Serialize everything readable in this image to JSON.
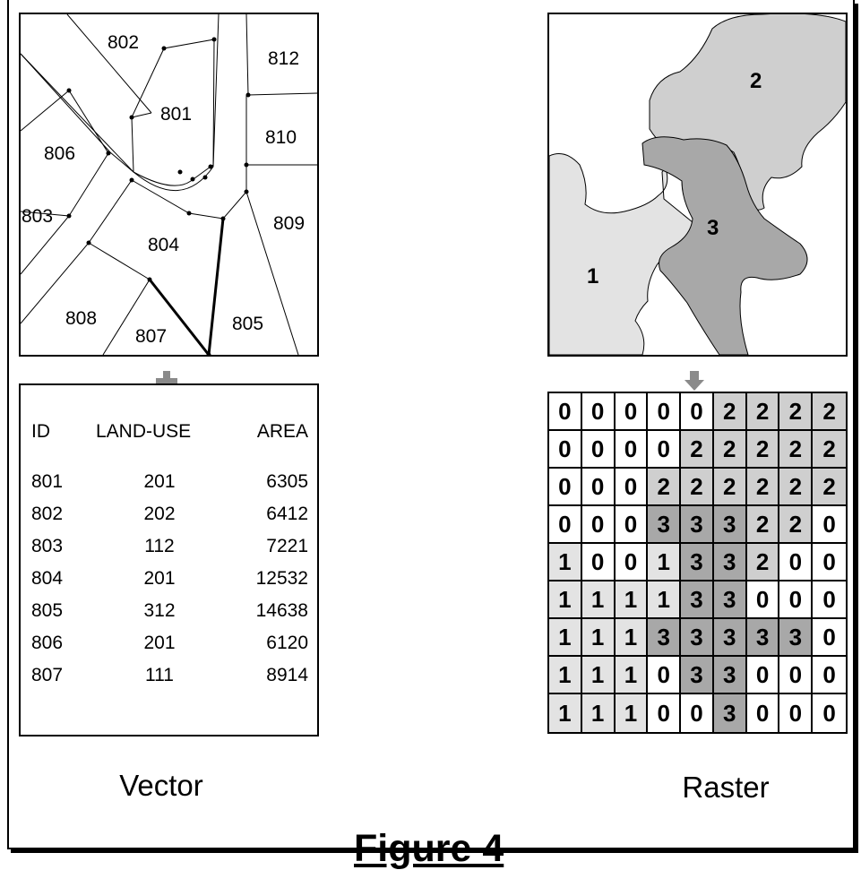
{
  "vector_map": {
    "parcels": [
      "802",
      "812",
      "801",
      "810",
      "806",
      "803",
      "809",
      "804",
      "808",
      "807",
      "805"
    ]
  },
  "raster_map": {
    "zones": [
      "2",
      "3",
      "1"
    ],
    "colors": {
      "zone1": "#e3e3e3",
      "zone2": "#cfcfcf",
      "zone3": "#a8a8a8",
      "empty": "#ffffff"
    }
  },
  "table": {
    "headers": [
      "ID",
      "LAND-USE",
      "AREA"
    ],
    "rows": [
      [
        "801",
        "201",
        "6305"
      ],
      [
        "802",
        "202",
        "6412"
      ],
      [
        "803",
        "112",
        "7221"
      ],
      [
        "804",
        "201",
        "12532"
      ],
      [
        "805",
        "312",
        "14638"
      ],
      [
        "806",
        "201",
        "6120"
      ],
      [
        "807",
        "111",
        "8914"
      ]
    ]
  },
  "raster_grid": [
    [
      "0",
      "0",
      "0",
      "0",
      "0",
      "2",
      "2",
      "2",
      "2"
    ],
    [
      "0",
      "0",
      "0",
      "0",
      "2",
      "2",
      "2",
      "2",
      "2"
    ],
    [
      "0",
      "0",
      "0",
      "2",
      "2",
      "2",
      "2",
      "2",
      "2"
    ],
    [
      "0",
      "0",
      "0",
      "3",
      "3",
      "3",
      "2",
      "2",
      "0"
    ],
    [
      "1",
      "0",
      "0",
      "1",
      "3",
      "3",
      "2",
      "0",
      "0"
    ],
    [
      "1",
      "1",
      "1",
      "1",
      "3",
      "3",
      "0",
      "0",
      "0"
    ],
    [
      "1",
      "1",
      "1",
      "3",
      "3",
      "3",
      "3",
      "3",
      "0"
    ],
    [
      "1",
      "1",
      "1",
      "0",
      "3",
      "3",
      "0",
      "0",
      "0"
    ],
    [
      "1",
      "1",
      "1",
      "0",
      "0",
      "3",
      "0",
      "0",
      "0"
    ]
  ],
  "captions": {
    "vector": "Vector",
    "raster": "Raster"
  },
  "figure_title": "Figure 4",
  "icons": {
    "combine": "plus-icon",
    "convert": "down-arrow-icon"
  }
}
